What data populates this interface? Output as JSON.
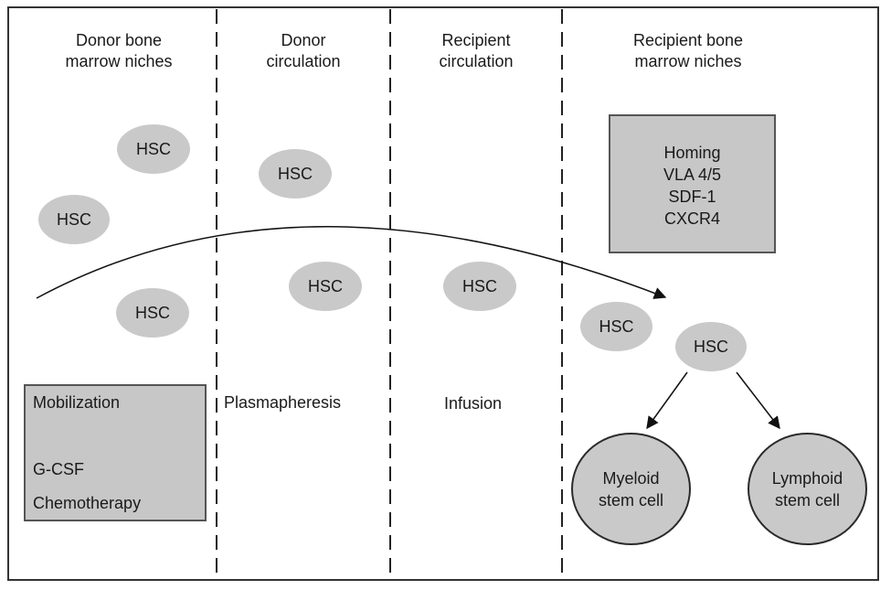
{
  "columns": [
    {
      "title": "Donor bone\nmarrow niches"
    },
    {
      "title": "Donor\ncirculation"
    },
    {
      "title": "Recipient\ncirculation"
    },
    {
      "title": "Recipient bone\nmarrow niches"
    }
  ],
  "hsc_label": "HSC",
  "mobilization_box": {
    "heading": "Mobilization",
    "items": [
      "G-CSF",
      "Chemotherapy"
    ]
  },
  "plasmapheresis_label": "Plasmapheresis",
  "infusion_label": "Infusion",
  "homing_box": {
    "lines": [
      "Homing",
      "VLA 4/5",
      "SDF-1",
      "CXCR4"
    ]
  },
  "myeloid_label": "Myeloid\nstem cell",
  "lymphoid_label": "Lymphoid\nstem cell",
  "colors": {
    "box_fill": "#c7c7c7",
    "ellipse_fill": "#c9c9c9",
    "line": "#222222"
  }
}
